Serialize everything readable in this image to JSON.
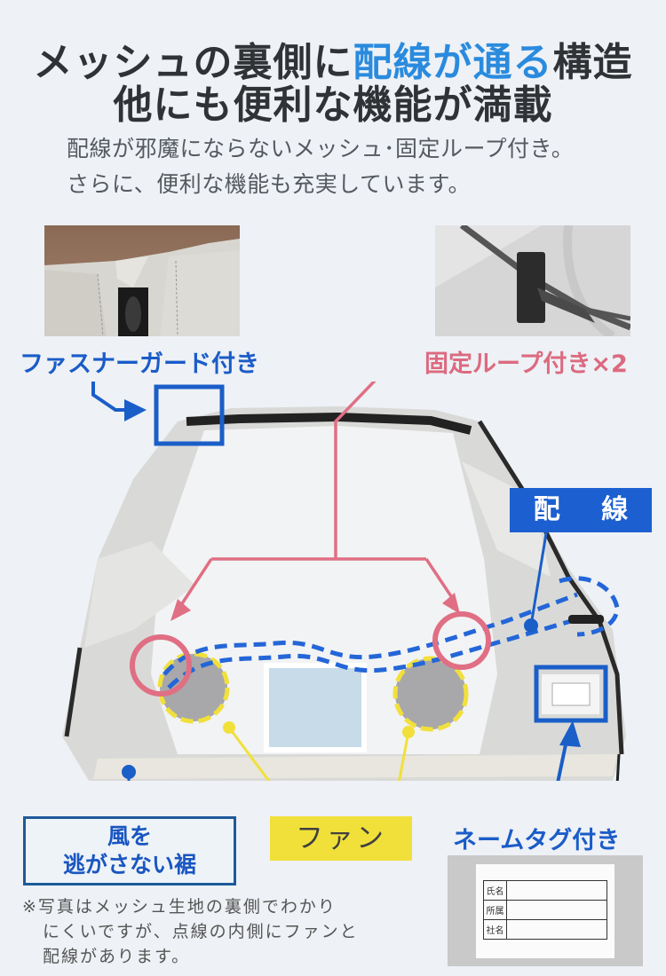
{
  "header": {
    "title_line1_pre": "メッシュの裏側に",
    "title_line1_highlight": "配線が通る",
    "title_line1_post": "構造",
    "title_line2": "他にも便利な機能が満載",
    "subtitle_line1": "配線が邪魔にならないメッシュ･固定ループ付き。",
    "subtitle_line2": "さらに、便利な機能も充実しています。"
  },
  "callouts": {
    "zipper_guard": "ファスナーガード付き",
    "fixing_loop": "固定ループ付き×2",
    "wiring": "配 線",
    "fan": "ファン",
    "hem": {
      "line1": "風を",
      "line2": "逃がさない裾"
    },
    "name_tag": "ネームタグ付き"
  },
  "name_tag_fields": [
    "氏名",
    "所属",
    "社名"
  ],
  "note": {
    "line1": "※写真はメッシュ生地の裏側でわかり",
    "line2": "にくいですが、点線の内側にファンと",
    "line3": "配線があります。"
  },
  "colors": {
    "background": "#eef1f5",
    "title": "#2f3336",
    "highlight_blue": "#2a8bde",
    "callout_blue": "#1a5cc8",
    "callout_pink": "#dc6a80",
    "fan_yellow": "#f1e03a"
  }
}
